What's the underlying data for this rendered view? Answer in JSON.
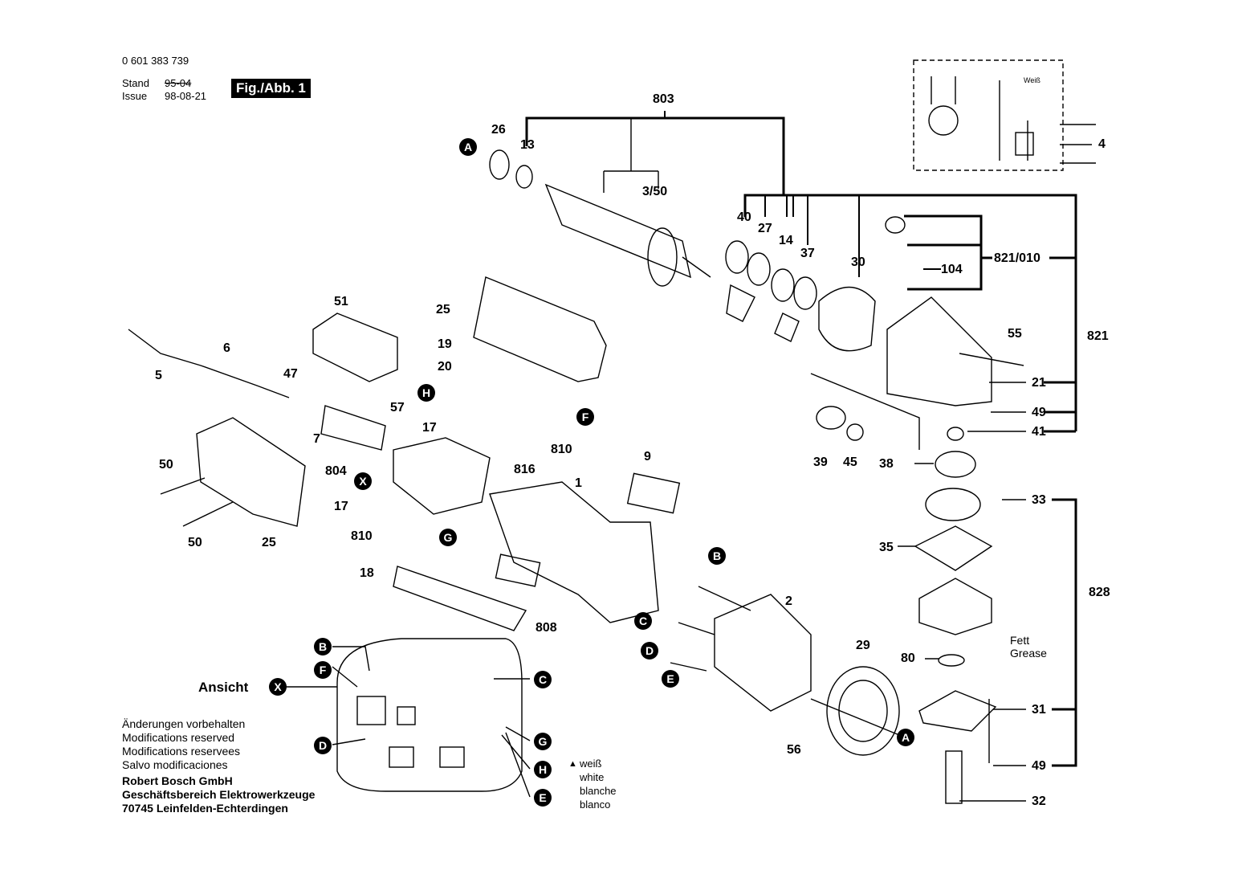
{
  "header": {
    "part_number": "0 601 383 739",
    "stand_label": "Stand",
    "issue_label": "Issue",
    "stand_date": "95-04",
    "issue_date": "98-08-21",
    "figure": "Fig./Abb. 1"
  },
  "parts": {
    "p803": "803",
    "p26": "26",
    "p13": "13",
    "p3_50": "3/50",
    "p40": "40",
    "p27": "27",
    "p14": "14",
    "p37": "37",
    "p30": "30",
    "p821_010": "821/010",
    "p104": "104",
    "p821": "821",
    "p55": "55",
    "p21": "21",
    "p49a": "49",
    "p41": "41",
    "p4": "4",
    "p25a": "25",
    "p19": "19",
    "p20": "20",
    "p51": "51",
    "p6": "6",
    "p5": "5",
    "p47": "47",
    "p57": "57",
    "p7": "7",
    "p804": "804",
    "p17a": "17",
    "p810a": "810",
    "p816": "816",
    "p50a": "50",
    "p50b": "50",
    "p25b": "25",
    "p17b": "17",
    "p810b": "810",
    "p9": "9",
    "p1": "1",
    "p18": "18",
    "p808": "808",
    "p39": "39",
    "p45": "45",
    "p38": "38",
    "p33": "33",
    "p35": "35",
    "p828": "828",
    "p2": "2",
    "p29": "29",
    "p80": "80",
    "p31": "31",
    "p49b": "49",
    "p32": "32",
    "p56": "56"
  },
  "badges": {
    "A": "A",
    "B": "B",
    "C": "C",
    "D": "D",
    "E": "E",
    "F": "F",
    "G": "G",
    "H": "H",
    "X": "X"
  },
  "wiring": {
    "weiss_small": "Weiß"
  },
  "grease": {
    "line1": "Fett",
    "line2": "Grease"
  },
  "view_x": {
    "label": "Ansicht"
  },
  "color_note": {
    "marker": "▲",
    "lines": [
      "weiß",
      "white",
      "blanche",
      "blanco"
    ]
  },
  "footer": {
    "notes": [
      "Änderungen vorbehalten",
      "Modifications reserved",
      "Modifications reservees",
      "Salvo modificaciones"
    ],
    "company": [
      "Robert Bosch GmbH",
      "Geschäftsbereich Elektrowerkzeuge",
      "70745 Leinfelden-Echterdingen"
    ]
  }
}
